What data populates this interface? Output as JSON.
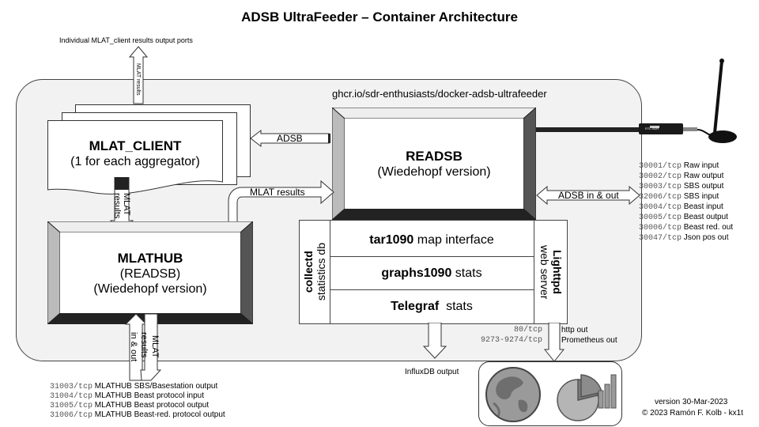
{
  "title": "ADSB UltraFeeder – Container Architecture",
  "image_label": "ghcr.io/sdr-enthusiasts/docker-adsb-ultrafeeder",
  "mlat_client": {
    "name": "MLAT_CLIENT",
    "subtitle": "(1 for each aggregator)",
    "output_label": "Individual MLAT_client results output ports",
    "results_label": "MLAT results",
    "to_hub_label_1": "MLAT",
    "to_hub_label_2": "results"
  },
  "readsb": {
    "name": "READSB",
    "subtitle": "(Wiedehopf version)"
  },
  "mlathub": {
    "name": "MLATHUB",
    "line2": "(READSB)",
    "line3": "(Wiedehopf version)",
    "io_label_1": "MLAT",
    "io_label_2": "results",
    "io_label_3": "in & out"
  },
  "flows": {
    "adsb": "ADSB",
    "mlat_results": "MLAT results",
    "adsb_in_out": "ADSB in & out",
    "influx": "InfluxDB output"
  },
  "services": {
    "collectd_name": "collectd",
    "collectd_desc": "statistics db",
    "lighttpd_name": "Lighttpd",
    "lighttpd_desc": "web server",
    "tar1090_name": "tar1090",
    "tar1090_desc": "map interface",
    "graphs_name": "graphs1090",
    "graphs_desc": "stats",
    "telegraf_name": "Telegraf",
    "telegraf_desc": "stats"
  },
  "dongle_label": "RTL-SDR",
  "ports_right": [
    {
      "port": "30001/tcp",
      "desc": "Raw input"
    },
    {
      "port": "30002/tcp",
      "desc": "Raw output"
    },
    {
      "port": "30003/tcp",
      "desc": "SBS output"
    },
    {
      "port": "32006/tcp",
      "desc": "SBS input"
    },
    {
      "port": "30004/tcp",
      "desc": "Beast input"
    },
    {
      "port": "30005/tcp",
      "desc": "Beast output"
    },
    {
      "port": "30006/tcp",
      "desc": "Beast red. out"
    },
    {
      "port": "30047/tcp",
      "desc": "Json pos out"
    }
  ],
  "ports_web": [
    {
      "port": "80/tcp",
      "desc": "http out"
    },
    {
      "port": "9273-9274/tcp",
      "desc": "Prometheus out"
    }
  ],
  "ports_mlathub": [
    {
      "port": "31003/tcp",
      "desc": "MLATHUB SBS/Basestation output"
    },
    {
      "port": "31004/tcp",
      "desc": "MLATHUB Beast protocol input"
    },
    {
      "port": "31005/tcp",
      "desc": "MLATHUB Beast protocol output"
    },
    {
      "port": "31006/tcp",
      "desc": "MLATHUB Beast-red. protocol output"
    }
  ],
  "footer": {
    "version": "version 30-Mar-2023",
    "copyright": "© 2023 Ramón F. Kolb - kx1t"
  },
  "icons": [
    "globe-icon",
    "pie-chart-icon",
    "bar-chart-icon",
    "antenna-icon"
  ]
}
